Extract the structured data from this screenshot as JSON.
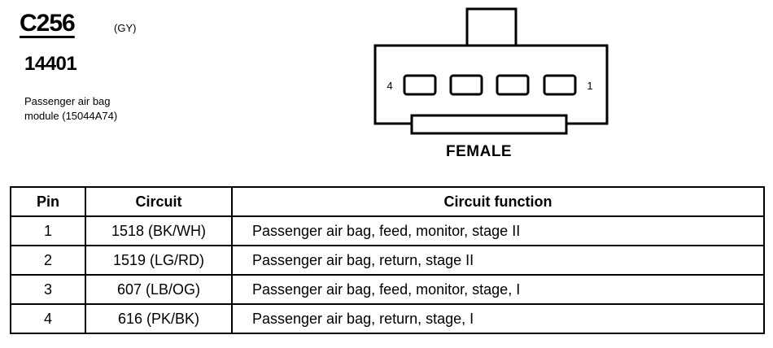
{
  "connector": {
    "id": "C256",
    "color_code": "(GY)",
    "part_number": "14401",
    "description": "Passenger air bag\nmodule (15044A74)",
    "left_pin_label": "4",
    "right_pin_label": "1",
    "view_label": "FEMALE"
  },
  "table": {
    "headers": {
      "pin": "Pin",
      "circuit": "Circuit",
      "function": "Circuit function"
    },
    "rows": [
      {
        "pin": "1",
        "circuit": "1518 (BK/WH)",
        "function": "Passenger air bag, feed, monitor, stage II"
      },
      {
        "pin": "2",
        "circuit": "1519 (LG/RD)",
        "function": "Passenger air bag, return, stage II"
      },
      {
        "pin": "3",
        "circuit": "607 (LB/OG)",
        "function": "Passenger air bag, feed, monitor, stage, I"
      },
      {
        "pin": "4",
        "circuit": "616 (PK/BK)",
        "function": "Passenger air bag, return, stage, I"
      }
    ]
  }
}
